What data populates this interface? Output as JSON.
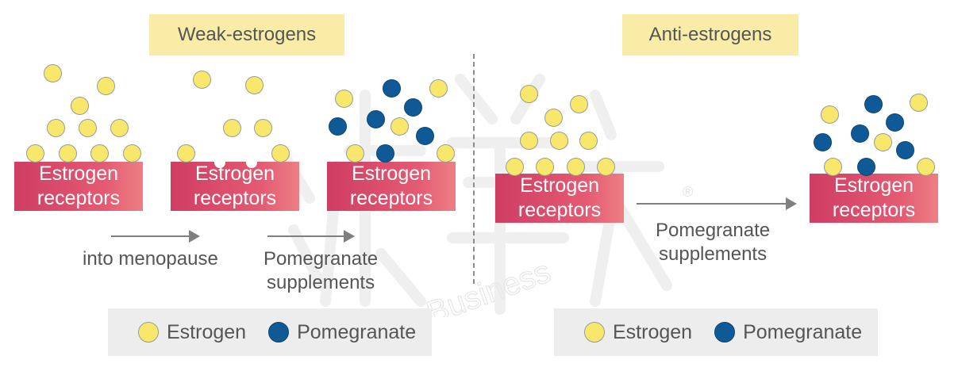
{
  "titles": {
    "weak": "Weak-estrogens",
    "anti": "Anti-estrogens"
  },
  "receptor_label_line1": "Estrogen",
  "receptor_label_line2": "receptors",
  "captions": {
    "menopause": "into menopause",
    "pomegranate_line1": "Pomegranate",
    "pomegranate_line2": "supplements"
  },
  "legend": {
    "estrogen": "Estrogen",
    "pomegranate": "Pomegranate"
  },
  "watermark": {
    "text": "Nutrition Business",
    "mark": "®"
  },
  "colors": {
    "estrogen": "#f7e86b",
    "pomegranate": "#0f5a96",
    "receptor": "#e0506c",
    "title_bg": "#f9eca7",
    "legend_bg": "#ededed"
  }
}
